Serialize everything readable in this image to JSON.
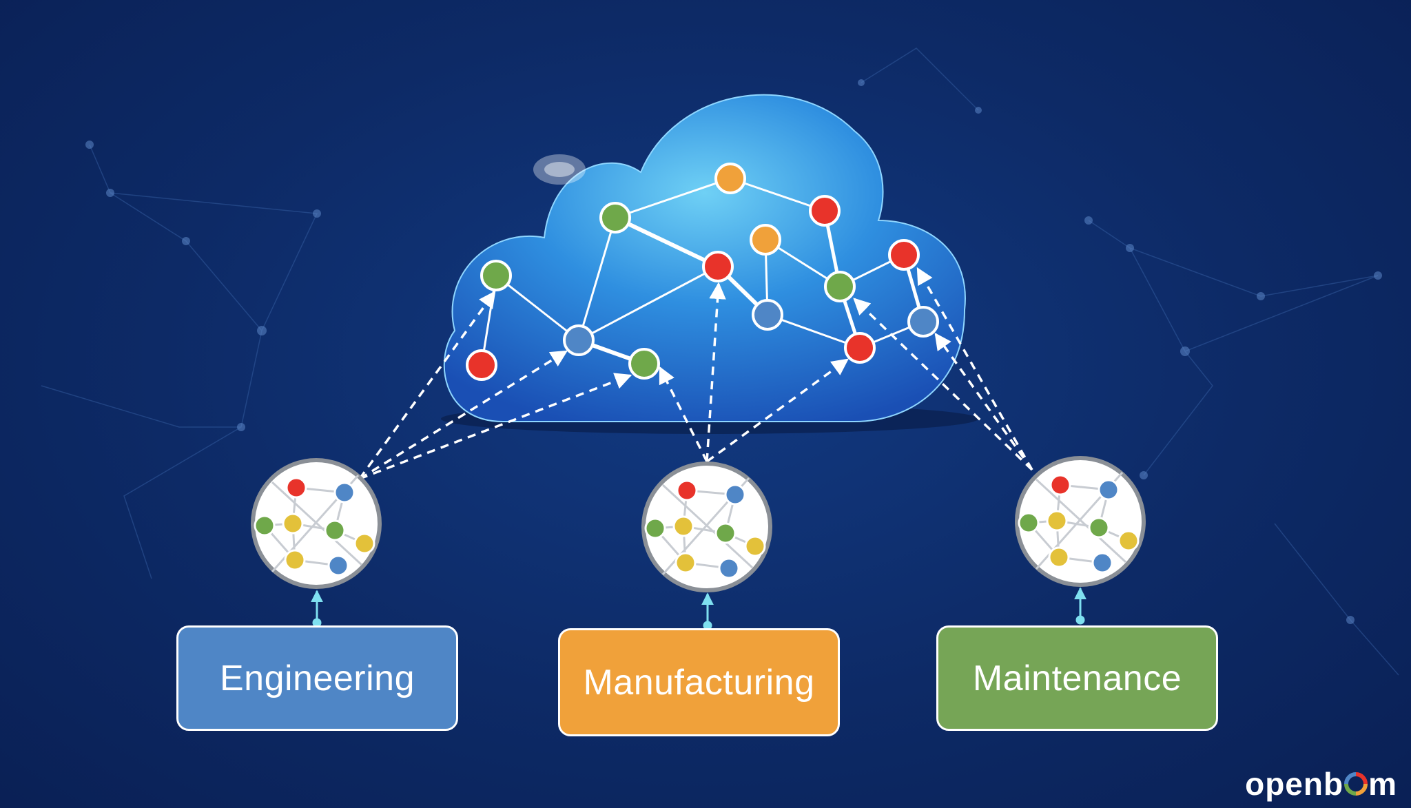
{
  "diagram": {
    "departments": [
      {
        "label": "Engineering",
        "color": "#4f86c6"
      },
      {
        "label": "Manufacturing",
        "color": "#f0a13a"
      },
      {
        "label": "Maintenance",
        "color": "#76a556"
      }
    ],
    "node_colors": {
      "red": "#e8332a",
      "green": "#6fa84a",
      "orange": "#f0a13a",
      "blue": "#4f86c6",
      "yellow": "#e3c13a"
    },
    "cloud_color": "#2f8fe0"
  },
  "logo": {
    "text_left": "openb",
    "text_right": "m",
    "ring_colors": [
      "#e8332a",
      "#f0a13a",
      "#6fa84a",
      "#4f86c6"
    ]
  }
}
